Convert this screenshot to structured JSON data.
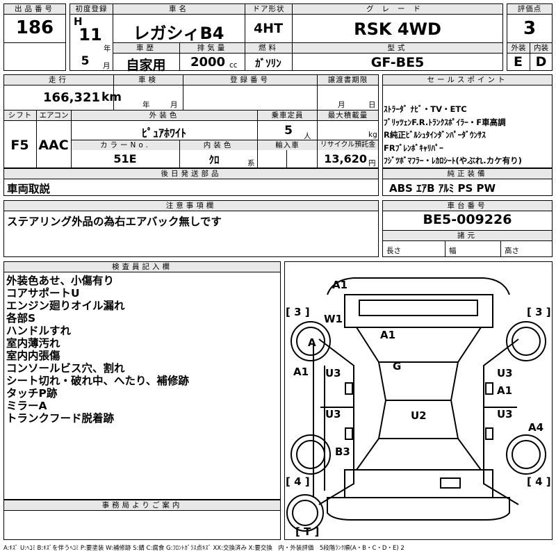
{
  "labels": {
    "lot_no": "出品番号",
    "first_reg": "初度登録",
    "car_name": "車名",
    "door_type": "ドア形状",
    "grade": "グレード",
    "score": "評価点",
    "history": "車歴",
    "displacement": "排気量",
    "fuel": "燃料",
    "model_code": "型式",
    "exterior": "外装",
    "interior": "内装",
    "mileage": "走行",
    "inspection": "車検",
    "reg_no": "登録番号",
    "transfer_deadline": "譲渡書期限",
    "sales_points": "セールスポイント",
    "shift": "シフト",
    "aircon": "エアコン",
    "ext_color": "外装色",
    "capacity": "乗車定員",
    "max_load": "最大積載量",
    "color_no": "カラーNo.",
    "int_color": "内装色",
    "import": "輸入車",
    "recycle": "リサイクル預託金",
    "later_parts": "後日発送部品",
    "standard_equipment": "純正装備",
    "notes": "注意事項欄",
    "chassis_no": "車台番号",
    "dimensions": "諸元",
    "length": "長さ",
    "width": "幅",
    "height": "高さ",
    "inspector": "検査員記入欄",
    "office_notice": "事務局よりご案内"
  },
  "units": {
    "year": "年",
    "month": "月",
    "cc": "cc",
    "km": "km",
    "inspection_year": "年",
    "inspection_month": "月",
    "transfer_month": "月",
    "transfer_day": "日",
    "persons": "人",
    "kg": "kg",
    "kei": "系",
    "yen": "円"
  },
  "values": {
    "lot_no": "186",
    "era": "H",
    "year": "11",
    "month": "5",
    "car_name": "レガシィB4",
    "door_type": "4HT",
    "grade": "RSK 4WD",
    "score": "3",
    "history": "自家用",
    "displacement": "2000",
    "fuel": "ｶﾞｿﾘﾝ",
    "model_code": "GF-BE5",
    "exterior_grade": "E",
    "interior_grade": "D",
    "mileage": "166,321",
    "shift": "F5",
    "aircon": "AAC",
    "ext_color": "ﾋﾟｭｱﾎﾜｲﾄ",
    "capacity": "5",
    "color_no": "51E",
    "int_color": "ｸﾛ",
    "recycle": "13,620",
    "later_parts": "車両取説",
    "standard_equipment": "ABS ｴｱB ｱﾙﾐ PS PW",
    "notes": "ステアリング外品の為右エアバック無しです",
    "chassis_no": "BE5-009226"
  },
  "sales_points": [
    "ｽﾄﾗｰﾀﾞ ﾅﾋﾞ・TV・ETC",
    "ﾌﾞﾘｯﾂｪﾝF.R.ﾄﾗﾝｸｽﾎﾟｲﾗｰ・F車高調",
    "R純正ﾋﾞﾙｼｭﾀｲﾝﾀﾞﾝﾊﾟｰﾀﾞｳﾝｻｽ",
    "FRﾌﾞﾚﾝﾎﾞｷｬﾘﾊﾟｰ",
    "ﾌｼﾞﾂﾎﾞﾏﾌﾗｰ・ﾚｶﾛｼｰﾄ(やぶれ.カケ有り)"
  ],
  "inspector_notes": [
    "外装色あせ、小傷有り",
    "コアサポートU",
    "エンジン廻りオイル漏れ",
    "各部S",
    "ハンドルすれ",
    "室内薄汚れ",
    "室内内張傷",
    "コンソールビス穴、割れ",
    "シート切れ・破れ中、へたり、補修跡",
    "タッチP跡",
    "ミラーA",
    "トランクフード脱着跡"
  ],
  "diagram": {
    "tire_front_left": "[ 3 ]",
    "tire_front_right": "[ 3 ]",
    "tire_rear_left": "[ 4 ]",
    "tire_rear_right": "[ 4 ]",
    "spare_tire": "[ T ]",
    "front_bumper": "A1",
    "windshield": "W1",
    "front_left_wheel": "A",
    "hood": "A1",
    "left_front_fender": "A1",
    "roof": "G",
    "left_front_door": "U3",
    "right_front_door_1": "U3",
    "right_front_door_2": "A1",
    "left_rear_door": "U3",
    "right_rear_door": "U3",
    "rear_center": "U2",
    "right_rear_fender": "A4",
    "left_rear_fender": "B3"
  },
  "legend": "A:ｷｽﾞ U:ﾍｺﾐ B:ｷｽﾞを伴うﾍｺﾐ P:要塗装 W:補修跡 S:錆 C:腐食 G:ﾌﾛﾝﾄｶﾞﾗｽ点ｷｽﾞ XX:交換済み X:要交換　内・外装評価　5段階ﾗﾝｸ順(A・B・C・D・E) 2"
}
